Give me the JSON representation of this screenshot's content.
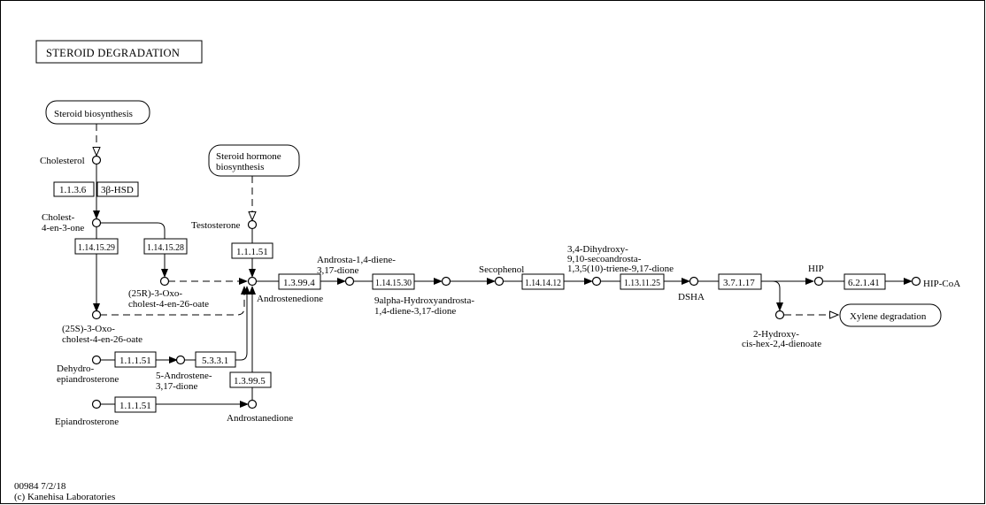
{
  "title": "STEROID DEGRADATION",
  "footer": {
    "id_date": "00984 7/2/18",
    "copyright": "(c) Kanehisa Laboratories"
  },
  "maps": {
    "steroid_biosynthesis": "Steroid biosynthesis",
    "steroid_hormone_1": "Steroid hormone",
    "steroid_hormone_2": "biosynthesis",
    "xylene_degradation": "Xylene degradation"
  },
  "compounds": {
    "cholesterol": "Cholesterol",
    "cholestenone_1": "Cholest-",
    "cholestenone_2": "4-en-3-one",
    "testosterone": "Testosterone",
    "oxo25r_1": "(25R)-3-Oxo-",
    "oxo25r_2": "cholest-4-en-26-oate",
    "oxo25s_1": "(25S)-3-Oxo-",
    "oxo25s_2": "cholest-4-en-26-oate",
    "dhea_1": "Dehydro-",
    "dhea_2": "epiandrosterone",
    "androstenediol_1": "5-Androstene-",
    "androstenediol_2": "3,17-dione",
    "epiandrosterone": "Epiandrosterone",
    "androstanedione": "Androstanedione",
    "androstenedione": "Androstenedione",
    "add_1": "Androsta-1,4-diene-",
    "add_2": "3,17-dione",
    "hydroxy_add_1": "9alpha-Hydroxyandrosta-",
    "hydroxy_add_2": "1,4-diene-3,17-dione",
    "secophenol": "Secophenol",
    "dhseco_1": "3,4-Dihydroxy-",
    "dhseco_2": "9,10-secoandrosta-",
    "dhseco_3": "1,3,5(10)-triene-9,17-dione",
    "dsha": "DSHA",
    "hip": "HIP",
    "hip_coa": "HIP-CoA",
    "hydroxy_dienoate_1": "2-Hydroxy-",
    "hydroxy_dienoate_2": "cis-hex-2,4-dienoate"
  },
  "enzymes": {
    "e_1136": "1.1.3.6",
    "e_3bhsd": "3β-HSD",
    "e_1141529": "1.14.15.29",
    "e_1141528": "1.14.15.28",
    "e_11151_top": "1.1.1.51",
    "e_13994": "1.3.99.4",
    "e_1141530": "1.14.15.30",
    "e_1141412": "1.14.14.12",
    "e_1131125": "1.13.11.25",
    "e_37117": "3.7.1.17",
    "e_62141": "6.2.1.41",
    "e_11151_dhea": "1.1.1.51",
    "e_5331": "5.3.3.1",
    "e_13995": "1.3.99.5",
    "e_11151_epi": "1.1.1.51"
  }
}
